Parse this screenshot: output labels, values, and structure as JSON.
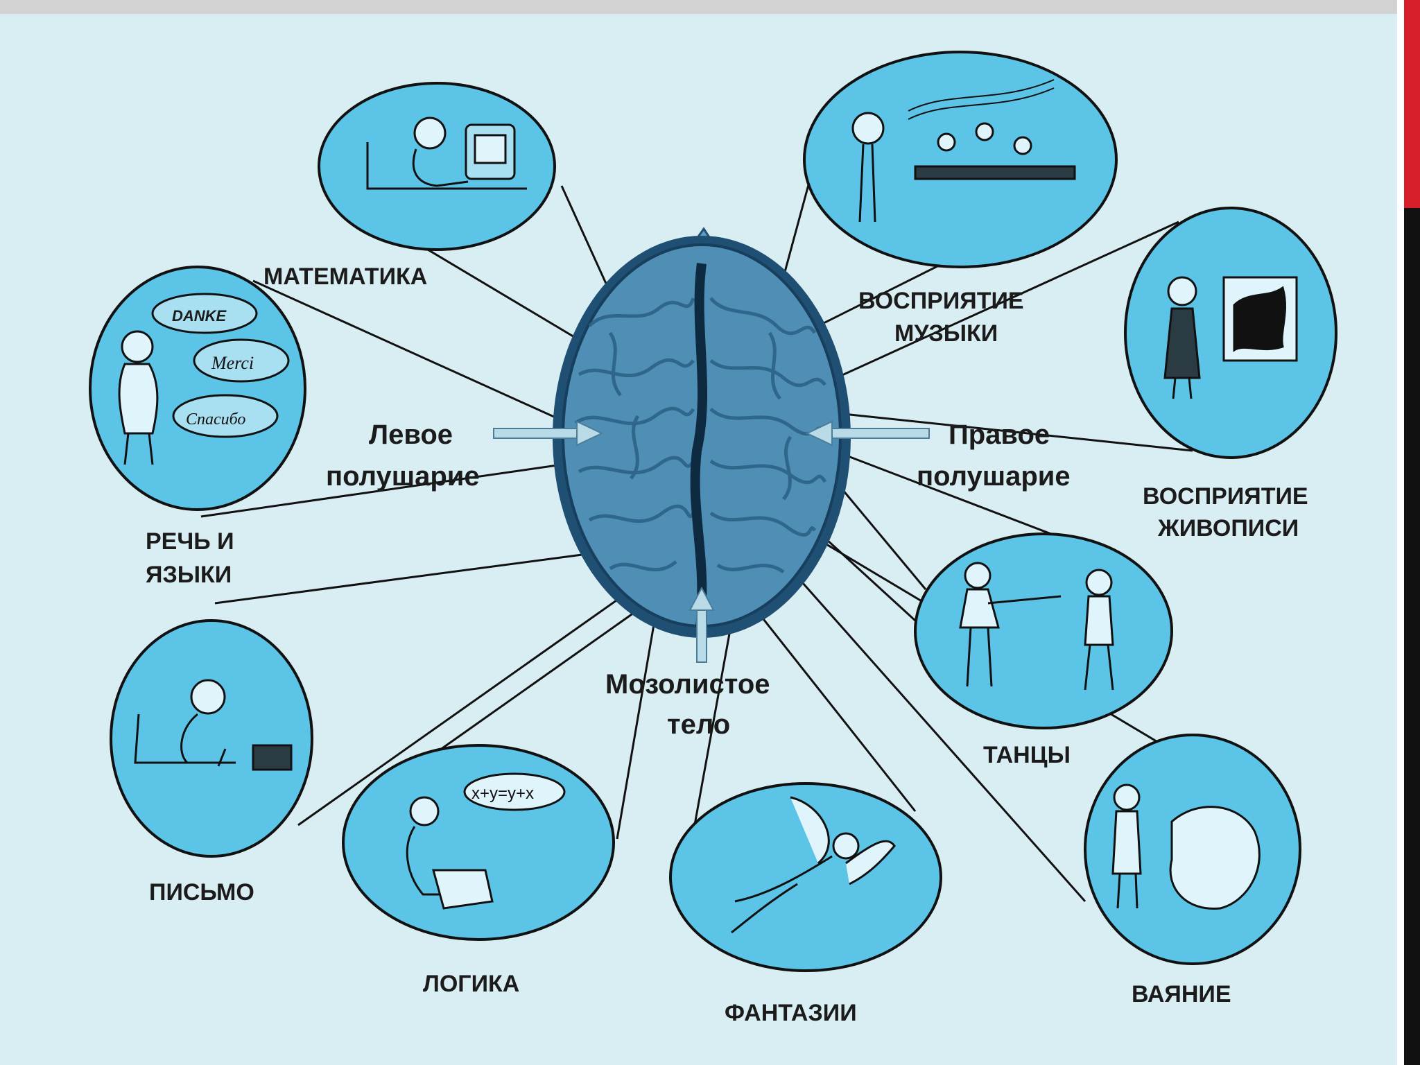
{
  "categories": {
    "math": "МАТЕМАТИКА",
    "speech_line1": "РЕЧЬ И",
    "speech_line2": "ЯЗЫКИ",
    "writing": "ПИСЬМО",
    "logic": "ЛОГИКА",
    "fantasy": "ФАНТАЗИИ",
    "music_line1": "ВОСПРИЯТИЕ",
    "music_line2": "МУЗЫКИ",
    "painting_line1": "ВОСПРИЯТИЕ",
    "painting_line2": "ЖИВОПИСИ",
    "dance": "ТАНЦЫ",
    "sculpture": "ВАЯНИЕ"
  },
  "hemispheres": {
    "left_line1": "Левое",
    "left_line2": "полушарие",
    "right_line1": "Правое",
    "right_line2": "полушарие",
    "callosum_line1": "Мозолистое",
    "callosum_line2": "тело"
  },
  "bubbles": {
    "danke": "DANKE",
    "merci": "Merci",
    "spasibo": "Спасибо",
    "equation": "x+y=y+x"
  },
  "colors": {
    "panel_bg": "#d9eef2",
    "circle_fill": "#5cc4e6",
    "brain_fill": "#4f8fb5",
    "brain_edge": "#1f4f72",
    "accent_red": "#d61f2b"
  },
  "icons": {
    "math": "person-at-computer-icon",
    "speech": "person-speaking-icon",
    "writing": "person-writing-icon",
    "logic": "person-thinking-icon",
    "fantasy": "flying-fairy-icon",
    "music": "band-stage-icon",
    "painting": "person-viewing-painting-icon",
    "dance": "dancing-couple-icon",
    "sculpture": "sculptor-icon"
  }
}
